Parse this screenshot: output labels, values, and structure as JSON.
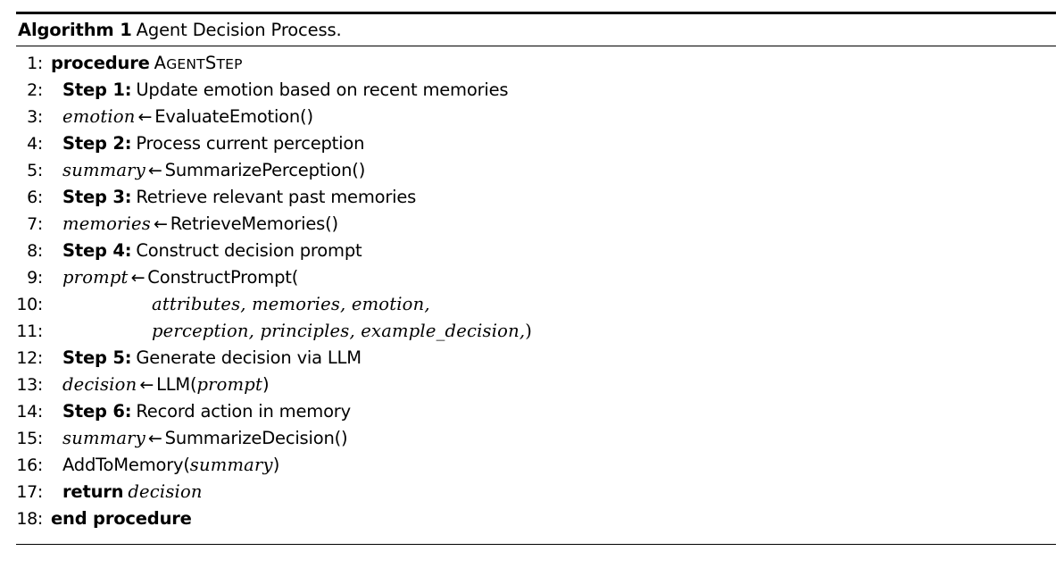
{
  "algorithm": {
    "label": "Algorithm 1",
    "title": "Agent Decision Process.",
    "procedure_keyword": "procedure",
    "procedure_name": "AgentStep",
    "procedure_name_parts": {
      "a": "A",
      "gent": "GENT",
      "s": "S",
      "tep": "TEP"
    },
    "end_keyword": "end procedure",
    "return_keyword": "return",
    "arrow": "←",
    "lines": [
      {
        "no": "1:",
        "indent": 0,
        "kind": "procedure",
        "text": "procedure AgentStep"
      },
      {
        "no": "2:",
        "indent": 1,
        "kind": "step",
        "step_label": "Step 1:",
        "step_text": "Update emotion based on recent memories"
      },
      {
        "no": "3:",
        "indent": 1,
        "kind": "assign",
        "lhs": "emotion",
        "rhs_fn": "EvaluateEmotion()"
      },
      {
        "no": "4:",
        "indent": 1,
        "kind": "step",
        "step_label": "Step 2:",
        "step_text": "Process current perception"
      },
      {
        "no": "5:",
        "indent": 1,
        "kind": "assign",
        "lhs": "summary",
        "rhs_fn": "SummarizePerception()"
      },
      {
        "no": "6:",
        "indent": 1,
        "kind": "step",
        "step_label": "Step 3:",
        "step_text": "Retrieve relevant past memories"
      },
      {
        "no": "7:",
        "indent": 1,
        "kind": "assign",
        "lhs": "memories",
        "rhs_fn": "RetrieveMemories()"
      },
      {
        "no": "8:",
        "indent": 1,
        "kind": "step",
        "step_label": "Step 4:",
        "step_text": "Construct decision prompt"
      },
      {
        "no": "9:",
        "indent": 1,
        "kind": "assign-open",
        "lhs": "prompt",
        "rhs_fn": "ConstructPrompt("
      },
      {
        "no": "10:",
        "indent": 2,
        "kind": "args",
        "args": "attributes, memories, emotion,"
      },
      {
        "no": "11:",
        "indent": 2,
        "kind": "args-close",
        "args": "perception, principles, example_decision,",
        "close": ")"
      },
      {
        "no": "12:",
        "indent": 1,
        "kind": "step",
        "step_label": "Step 5:",
        "step_text": "Generate decision via LLM"
      },
      {
        "no": "13:",
        "indent": 1,
        "kind": "assign-call",
        "lhs": "decision",
        "rhs_fn": "LLM(",
        "rhs_arg": "prompt",
        "rhs_close": ")"
      },
      {
        "no": "14:",
        "indent": 1,
        "kind": "step",
        "step_label": "Step 6:",
        "step_text": "Record action in memory"
      },
      {
        "no": "15:",
        "indent": 1,
        "kind": "assign",
        "lhs": "summary",
        "rhs_fn": "SummarizeDecision()"
      },
      {
        "no": "16:",
        "indent": 1,
        "kind": "call",
        "fn": "AddToMemory(",
        "arg": "summary",
        "close": ")"
      },
      {
        "no": "17:",
        "indent": 1,
        "kind": "return",
        "keyword": "return",
        "value": "decision"
      },
      {
        "no": "18:",
        "indent": 0,
        "kind": "end",
        "text": "end procedure"
      }
    ]
  }
}
